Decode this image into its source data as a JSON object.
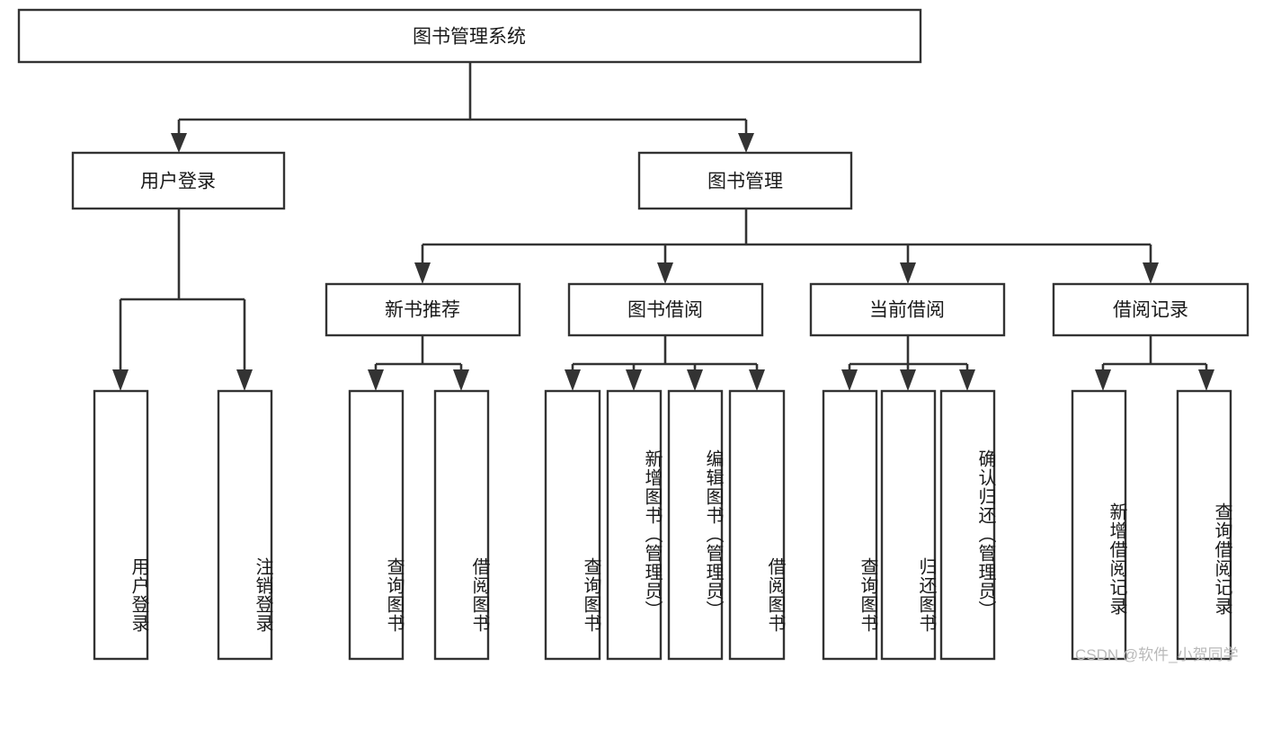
{
  "diagram": {
    "type": "tree",
    "title": "图书管理系统",
    "root": {
      "id": "root",
      "label": "图书管理系统",
      "level": 1
    },
    "level2": [
      {
        "id": "user-login",
        "label": "用户登录"
      },
      {
        "id": "book-manage",
        "label": "图书管理"
      }
    ],
    "level3": [
      {
        "id": "new-book-recommend",
        "label": "新书推荐",
        "parent": "book-manage"
      },
      {
        "id": "book-borrow",
        "label": "图书借阅",
        "parent": "book-manage"
      },
      {
        "id": "current-borrow",
        "label": "当前借阅",
        "parent": "book-manage"
      },
      {
        "id": "borrow-record",
        "label": "借阅记录",
        "parent": "book-manage"
      }
    ],
    "leaves": [
      {
        "id": "leaf-user-login",
        "label": "用户登录",
        "parent": "user-login"
      },
      {
        "id": "leaf-logout-login",
        "label": "注销登录",
        "parent": "user-login"
      },
      {
        "id": "leaf-query-book-1",
        "label": "查询图书",
        "parent": "new-book-recommend"
      },
      {
        "id": "leaf-borrow-book-1",
        "label": "借阅图书",
        "parent": "new-book-recommend"
      },
      {
        "id": "leaf-query-book-2",
        "label": "查询图书",
        "parent": "book-borrow"
      },
      {
        "id": "leaf-add-book",
        "label": "新增图书（管理员）",
        "parent": "book-borrow"
      },
      {
        "id": "leaf-edit-book",
        "label": "编辑图书（管理员）",
        "parent": "book-borrow"
      },
      {
        "id": "leaf-borrow-book-2",
        "label": "借阅图书",
        "parent": "book-borrow"
      },
      {
        "id": "leaf-query-book-3",
        "label": "查询图书",
        "parent": "current-borrow"
      },
      {
        "id": "leaf-return-book",
        "label": "归还图书",
        "parent": "current-borrow"
      },
      {
        "id": "leaf-confirm-return",
        "label": "确认归还（管理员）",
        "parent": "current-borrow"
      },
      {
        "id": "leaf-add-record",
        "label": "新增借阅记录",
        "parent": "borrow-record"
      },
      {
        "id": "leaf-query-record",
        "label": "查询借阅记录",
        "parent": "borrow-record"
      }
    ],
    "colors": {
      "stroke": "#333333",
      "fill": "#ffffff",
      "text": "#1a1a1a",
      "background": "#ffffff",
      "watermark": "#b9b9b9"
    }
  },
  "watermark": {
    "text": "CSDN @软件_小贺同学"
  }
}
